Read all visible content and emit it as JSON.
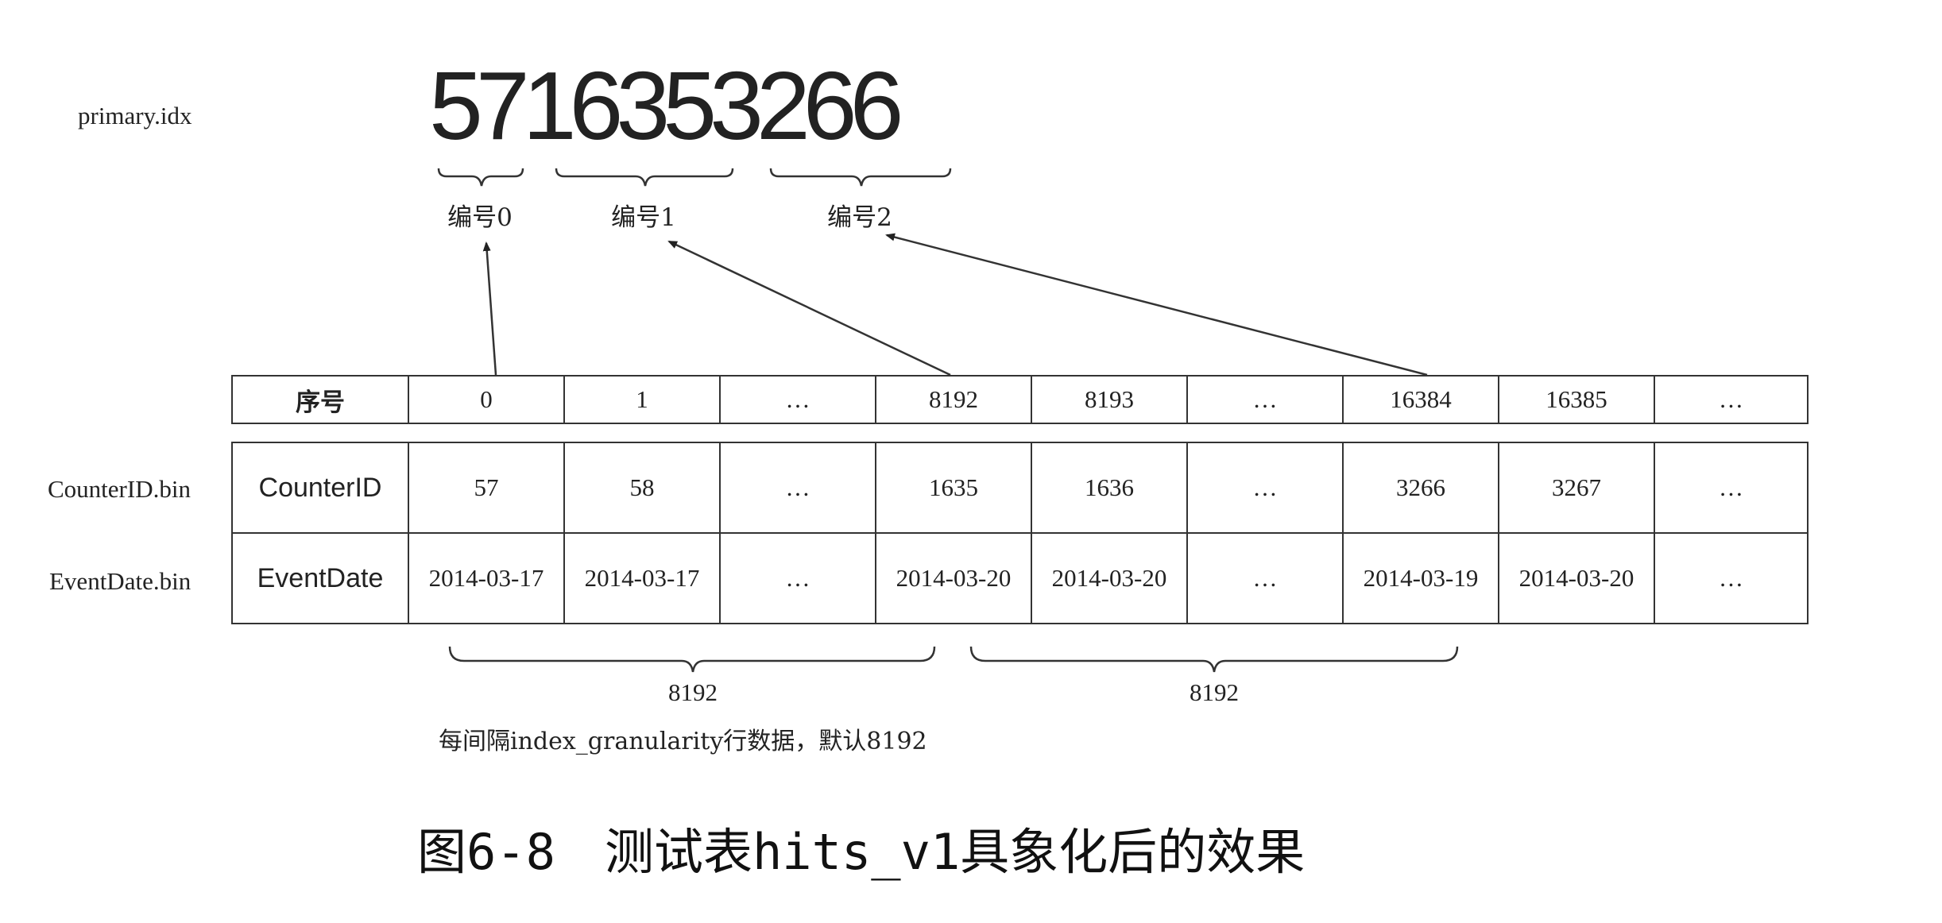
{
  "file_labels": {
    "primary": "primary.idx",
    "counter": "CounterID.bin",
    "eventdate": "EventDate.bin"
  },
  "primary_index_value": "5716353266",
  "marks": [
    "编号0",
    "编号1",
    "编号2"
  ],
  "row_number_header": "序号",
  "row_numbers": [
    "0",
    "1",
    "…",
    "8192",
    "8193",
    "…",
    "16384",
    "16385",
    "…"
  ],
  "columns": [
    {
      "name": "CounterID",
      "values": [
        "57",
        "58",
        "…",
        "1635",
        "1636",
        "…",
        "3266",
        "3267",
        "…"
      ]
    },
    {
      "name": "EventDate",
      "values": [
        "2014-03-17",
        "2014-03-17",
        "…",
        "2014-03-20",
        "2014-03-20",
        "…",
        "2014-03-19",
        "2014-03-20",
        "…"
      ]
    }
  ],
  "ranges": [
    "8192",
    "8192"
  ],
  "note": "每间隔index_granularity行数据，默认8192",
  "caption": "图6-8　测试表hits_v1具象化后的效果"
}
